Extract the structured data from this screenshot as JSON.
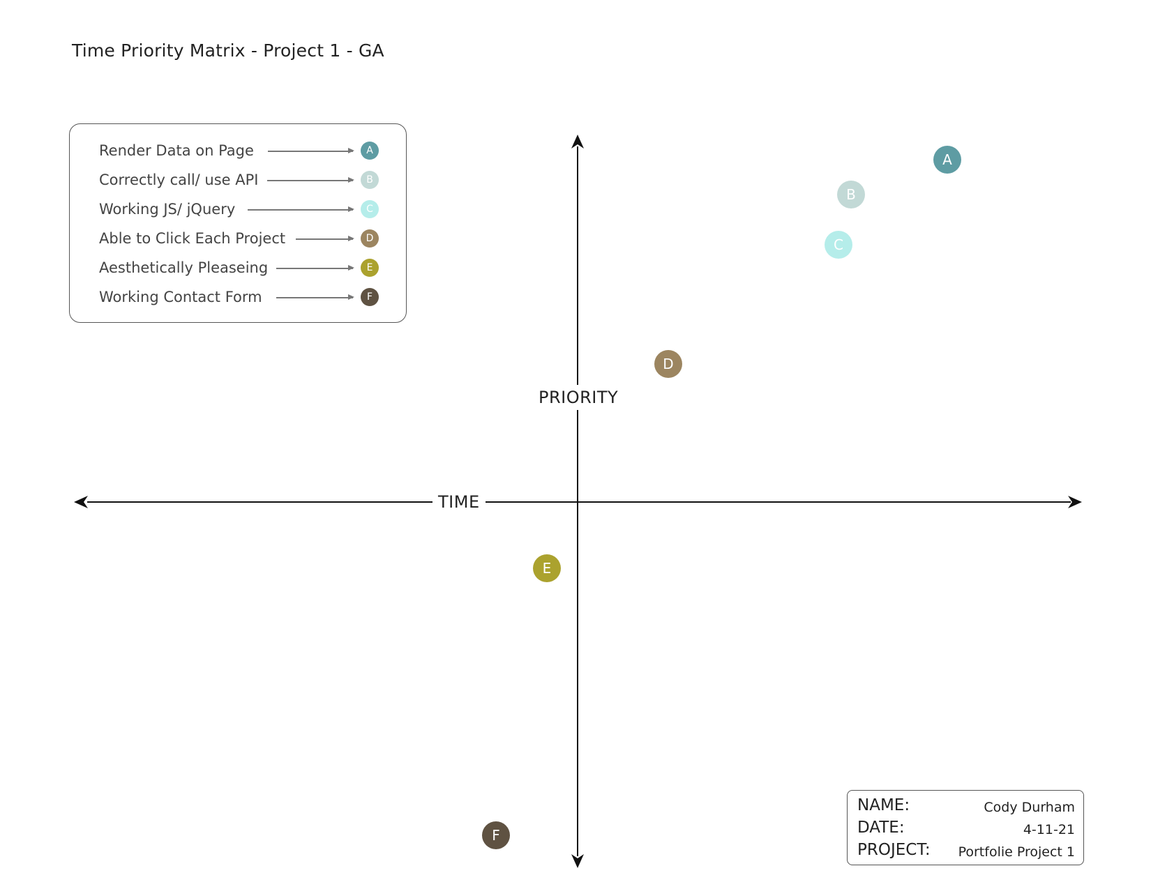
{
  "title": "Time Priority Matrix - Project 1 - GA",
  "axes": {
    "x_label": "TIME",
    "y_label": "PRIORITY"
  },
  "legend": [
    {
      "label": "Render Data on Page",
      "letter": "A",
      "color": "#5E9CA3"
    },
    {
      "label": "Correctly call/ use API",
      "letter": "B",
      "color": "#C2D9D6"
    },
    {
      "label": "Working JS/ jQuery",
      "letter": "C",
      "color": "#B5EDEA"
    },
    {
      "label": "Able to Click Each Project",
      "letter": "D",
      "color": "#9C8560"
    },
    {
      "label": "Aesthetically Pleaseing",
      "letter": "E",
      "color": "#ABA22E"
    },
    {
      "label": "Working Contact Form",
      "letter": "F",
      "color": "#5F5242"
    }
  ],
  "points": [
    {
      "letter": "A",
      "color": "#5E9CA3"
    },
    {
      "letter": "B",
      "color": "#C2D9D6"
    },
    {
      "letter": "C",
      "color": "#B5EDEA"
    },
    {
      "letter": "D",
      "color": "#9C8560"
    },
    {
      "letter": "E",
      "color": "#ABA22E"
    },
    {
      "letter": "F",
      "color": "#5F5242"
    }
  ],
  "info": {
    "name_key": "NAME:",
    "name_val": "Cody Durham",
    "date_key": "DATE:",
    "date_val": "4-11-21",
    "project_key": "PROJECT:",
    "project_val": "Portfolie Project 1"
  }
}
